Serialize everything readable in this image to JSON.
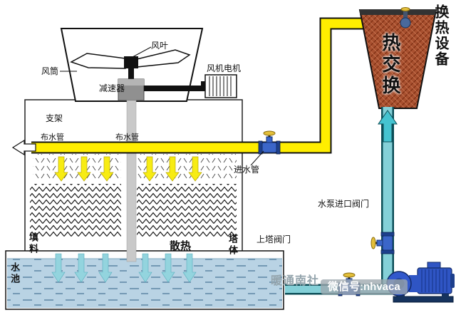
{
  "labels": {
    "fan_blade": "风叶",
    "fan_duct": "风筒",
    "fan_motor": "风机电机",
    "reducer": "减速器",
    "bracket": "支架",
    "dist_pipe_left": "布水管",
    "dist_pipe_right": "布水管",
    "inlet_pipe": "进水管",
    "fill": "填料",
    "heat_dissipation": "散热",
    "tower_body": "塔体",
    "up_tower_valve": "上塔阀门",
    "pump_inlet_valve": "水泵进口阀门",
    "water_pool": "水池",
    "heat_exchange": "热交换",
    "hx_equipment": "换热设备"
  },
  "watermark": {
    "brand": "暖通南社",
    "wechat_id": "微信号:nhvaca"
  },
  "colors": {
    "hot_pipe": "#ffee00",
    "cool_pipe": "#84d0d8",
    "heat_exchanger": "#a8502f",
    "pump": "#2f55c4",
    "basin_water": "#b9d3e4",
    "spray_arrow": "#f7ec13",
    "water_arrow": "#93d4de",
    "valve": "#3b66c9"
  }
}
